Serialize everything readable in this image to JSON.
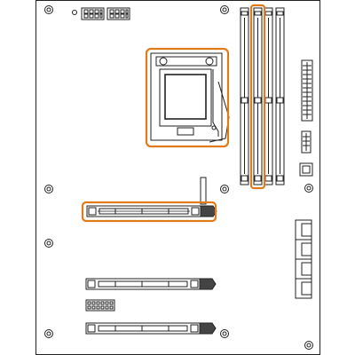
{
  "diagram": {
    "board": "motherboard-layout",
    "highlight_color": "#E07B1A",
    "line_color": "#222222",
    "highlighted_components": [
      "cpu-socket",
      "dimm-slot-2",
      "pcie-x16-slot-1"
    ]
  }
}
